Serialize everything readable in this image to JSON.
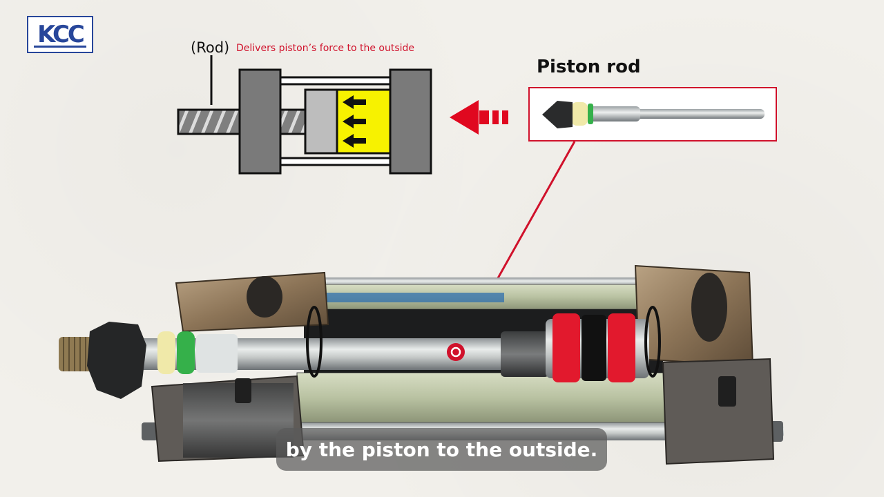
{
  "brand": {
    "logo_text": "KCC"
  },
  "schematic": {
    "rod_label": "(Rod)",
    "rod_description": "Delivers piston’s force to the outside"
  },
  "callout": {
    "title": "Piston rod"
  },
  "caption": {
    "text": "by the piston to the outside."
  },
  "colors": {
    "accent_red": "#d0112b",
    "brand_blue": "#27469a",
    "pressure_yellow": "#f7f200",
    "caption_bg": "#5a5a5a"
  },
  "icons": [
    "arrow-left-icon",
    "pressure-arrow-icon",
    "target-marker-icon"
  ]
}
